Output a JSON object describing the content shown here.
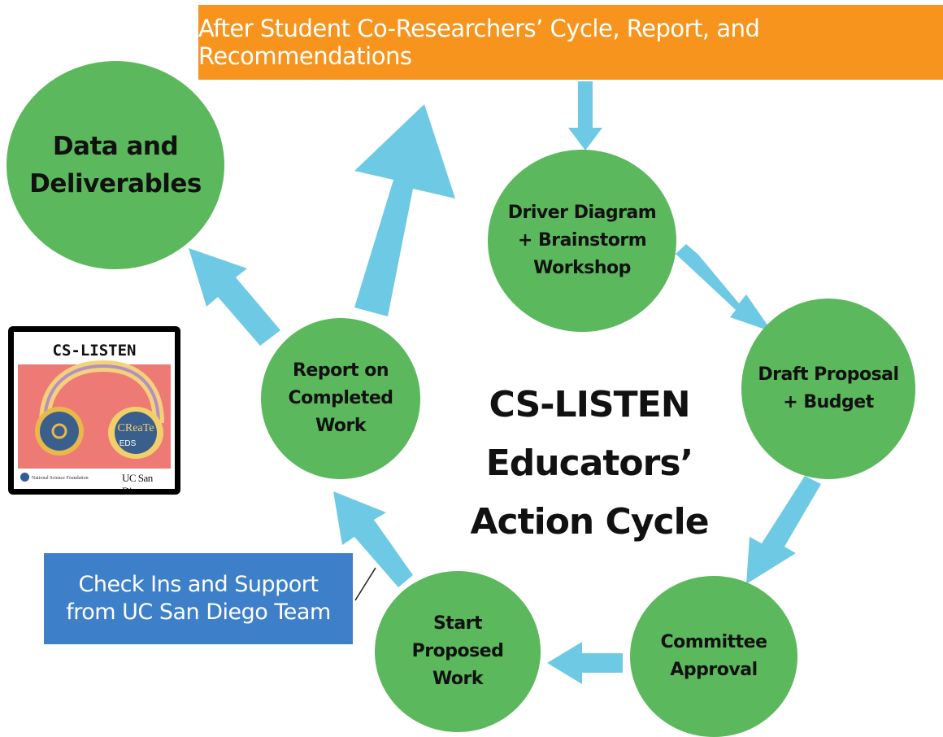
{
  "banner": {
    "text": "After Student Co-Researchers’ Cycle, Report, and Recommendations",
    "color": "#f7941d"
  },
  "note": {
    "line1": "Check Ins and Support",
    "line2": "from UC San Diego Team",
    "color": "#3d7fc9"
  },
  "center_title": {
    "line1": "CS-LISTEN",
    "line2": "Educators’",
    "line3": "Action Cycle"
  },
  "nodes": {
    "data_deliverables": {
      "line1": "Data and",
      "line2": "Deliverables"
    },
    "driver_diagram": {
      "line1": "Driver Diagram",
      "line2": "+ Brainstorm",
      "line3": "Workshop"
    },
    "draft_proposal": {
      "line1": "Draft Proposal",
      "line2": "+ Budget"
    },
    "committee_approval": {
      "line1": "Committee",
      "line2": "Approval"
    },
    "start_work": {
      "line1": "Start",
      "line2": "Proposed",
      "line3": "Work"
    },
    "report_work": {
      "line1": "Report on",
      "line2": "Completed",
      "line3": "Work"
    }
  },
  "logo": {
    "title": "CS-LISTEN",
    "badge_text": "CReaTe",
    "badge_sub": "EDS",
    "footer_left": "National Science Foundation",
    "footer_right": "UC San Diego"
  },
  "colors": {
    "node_green": "#5cb85c",
    "arrow_blue": "#6ecae4",
    "logo_pink": "#ee7a76"
  }
}
